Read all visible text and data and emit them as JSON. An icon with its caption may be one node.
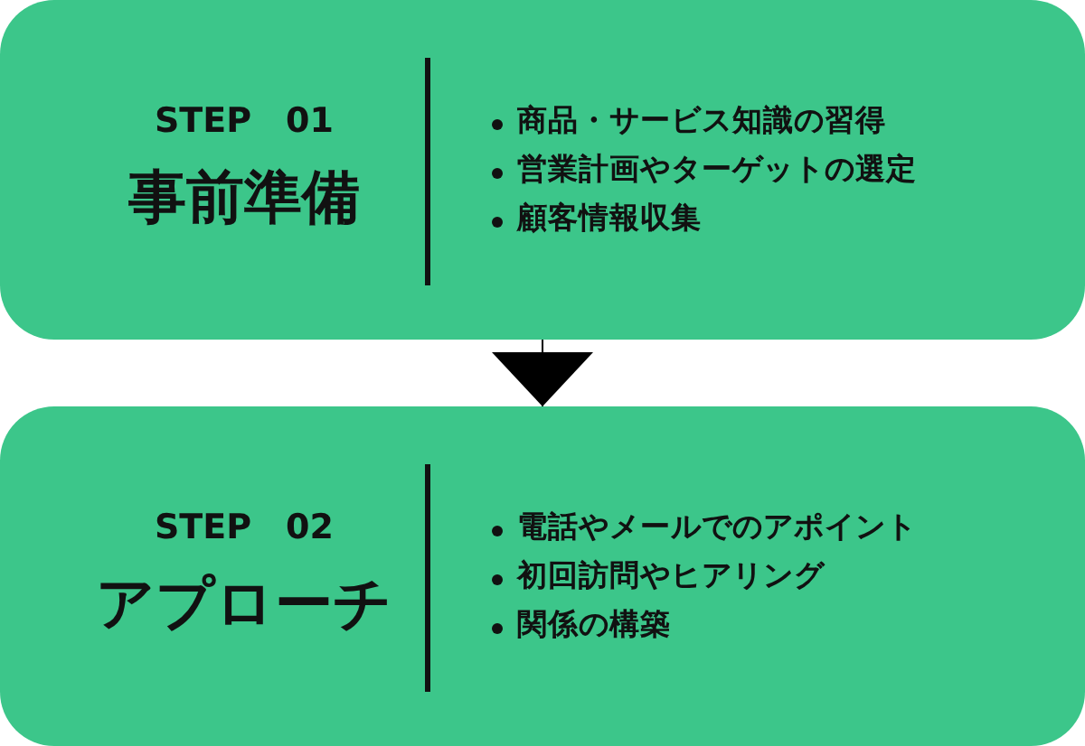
{
  "diagram": {
    "nodes": [
      {
        "text": [
          "STEP　01",
          "事前準備",
          "商品・サービス知識の習得",
          "営業計画やターゲットの選定",
          "顧客情報収集"
        ]
      },
      {
        "text": [
          "STEP　02",
          "アプローチ",
          "電話やメールでのアポイント",
          "初回訪問やヒアリング",
          "関係の構築"
        ]
      }
    ],
    "edges": [
      {
        "from": 0,
        "to": 1,
        "arrow": "to"
      }
    ]
  }
}
